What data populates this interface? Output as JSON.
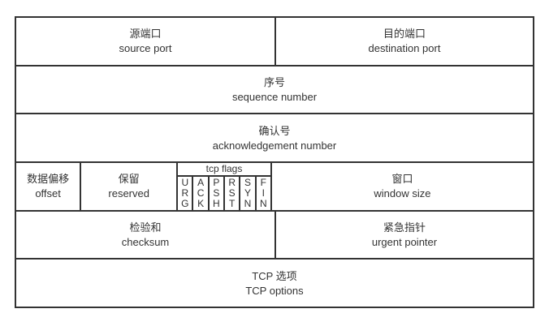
{
  "diagram": {
    "name": "tcp-header-structure",
    "colors": {
      "border": "#333333",
      "text": "#333333",
      "background": "#ffffff"
    },
    "fields": {
      "source_port": {
        "zh": "源端口",
        "en": "source port"
      },
      "destination_port": {
        "zh": "目的端口",
        "en": "destination port"
      },
      "sequence_number": {
        "zh": "序号",
        "en": "sequence number"
      },
      "acknowledgement_number": {
        "zh": "确认号",
        "en": "acknowledgement number"
      },
      "offset": {
        "zh": "数据偏移",
        "en": "offset"
      },
      "reserved": {
        "zh": "保留",
        "en": "reserved"
      },
      "window_size": {
        "zh": "窗口",
        "en": "window size"
      },
      "checksum": {
        "zh": "检验和",
        "en": "checksum"
      },
      "urgent_pointer": {
        "zh": "紧急指针",
        "en": "urgent pointer"
      },
      "tcp_options": {
        "zh": "TCP 选项",
        "en": "TCP options"
      }
    },
    "tcp_flags": {
      "label": "tcp flags",
      "urg": "U\nR\nG",
      "ack": "A\nC\nK",
      "psh": "P\nS\nH",
      "rst": "R\nS\nT",
      "syn": "S\nY\nN",
      "fin": "F\nI\nN"
    }
  }
}
